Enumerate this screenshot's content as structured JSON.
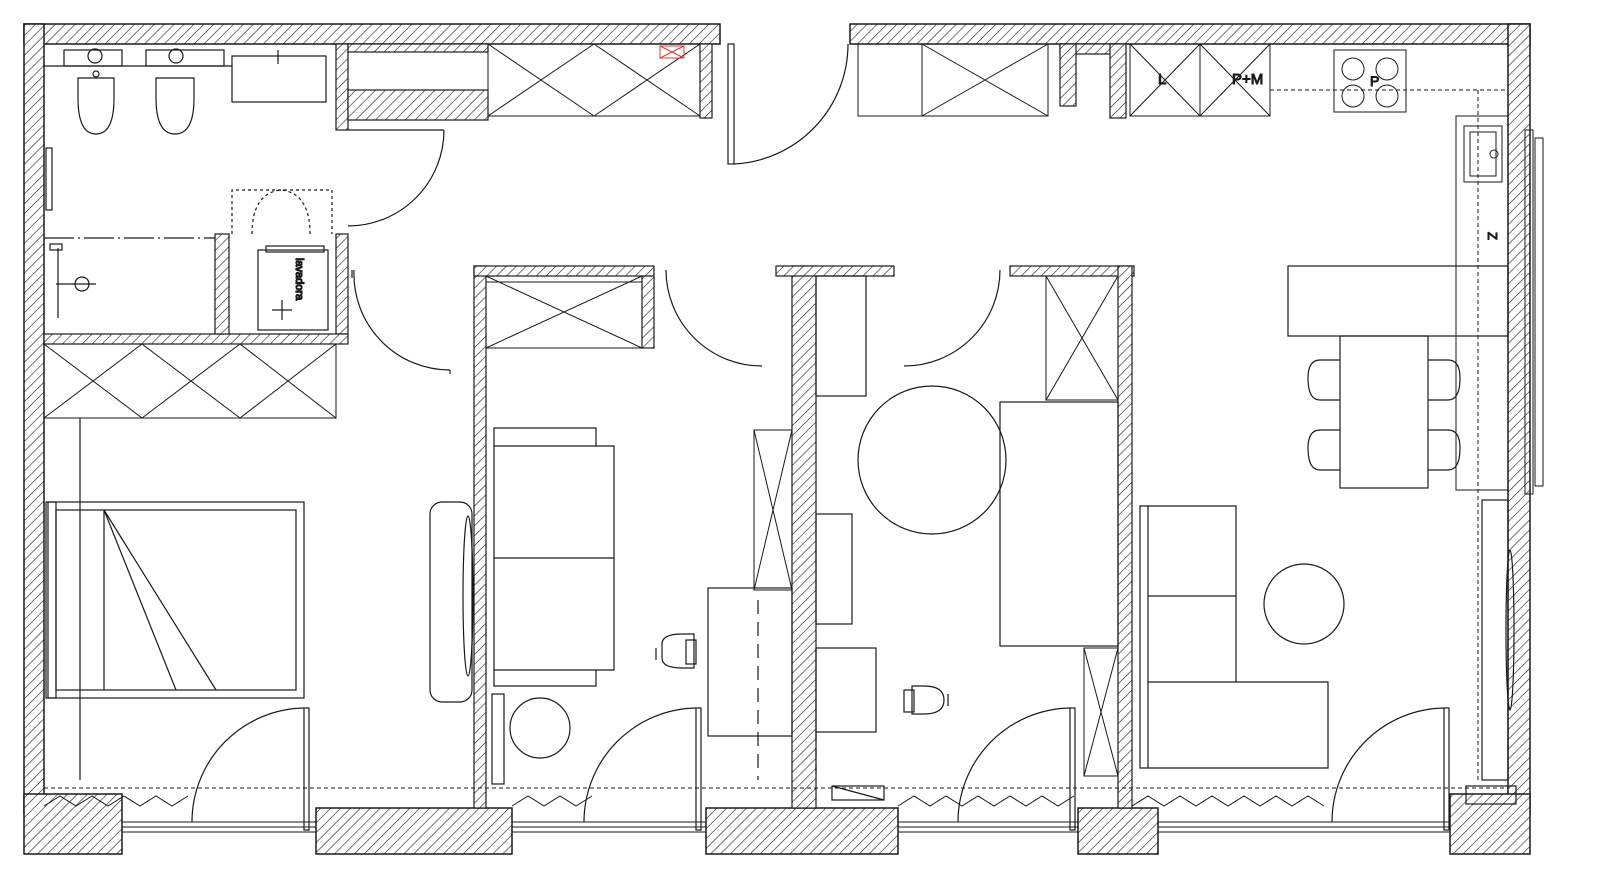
{
  "labels": {
    "lavadora": "lavadora",
    "dishwasher": "L",
    "oven_micro": "P+M",
    "hob": "P",
    "fridge": "Z"
  },
  "colors": {
    "line": "#1a1a1a",
    "hatch": "#1a1a1a",
    "accent": "#e53935"
  }
}
